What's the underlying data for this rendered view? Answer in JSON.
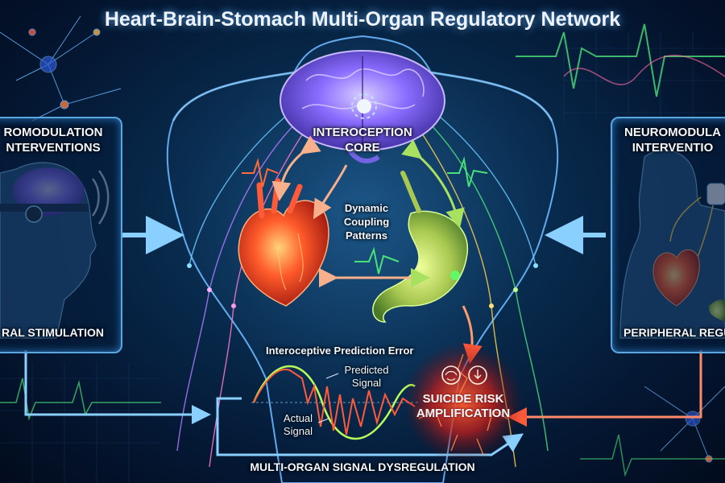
{
  "title": "Heart-Brain-Stomach Multi-Organ Regulatory Network",
  "left_panel": {
    "title_line1": "ROMODULATION",
    "title_line2": "NTERVENTIONS",
    "footer": "RAL STIMULATION"
  },
  "right_panel": {
    "title_line1": "NEUROMODULA",
    "title_line2": "INTERVENTIO",
    "footer": "PERIPHERAL REGU"
  },
  "center": {
    "core_line1": "INTEROCEPTION",
    "core_line2": "CORE",
    "coupling_line1": "Dynamic",
    "coupling_line2": "Coupling",
    "coupling_line3": "Patterns"
  },
  "error_plot": {
    "title": "Interoceptive Prediction Error",
    "predicted_line1": "Predicted",
    "predicted_line2": "Signal",
    "actual_line1": "Actual",
    "actual_line2": "Signal"
  },
  "risk": {
    "line1": "SUICIDE RISK",
    "line2": "AMPLIFICATION"
  },
  "bottom_label": "MULTI-ORGAN SIGNAL DYSREGULATION",
  "colors": {
    "accent_blue": "#5aa7e0",
    "risk_red": "#ff3a2a",
    "brain_purple": "#8a6cff",
    "heart_red": "#ff4a2a",
    "stomach_green": "#a8e060",
    "arrow_peach": "#f7b08c"
  },
  "icons": [
    "brain-icon",
    "heart-icon",
    "stomach-icon",
    "warning-brain-icon",
    "warning-head-icon",
    "nerve-node-icon"
  ]
}
